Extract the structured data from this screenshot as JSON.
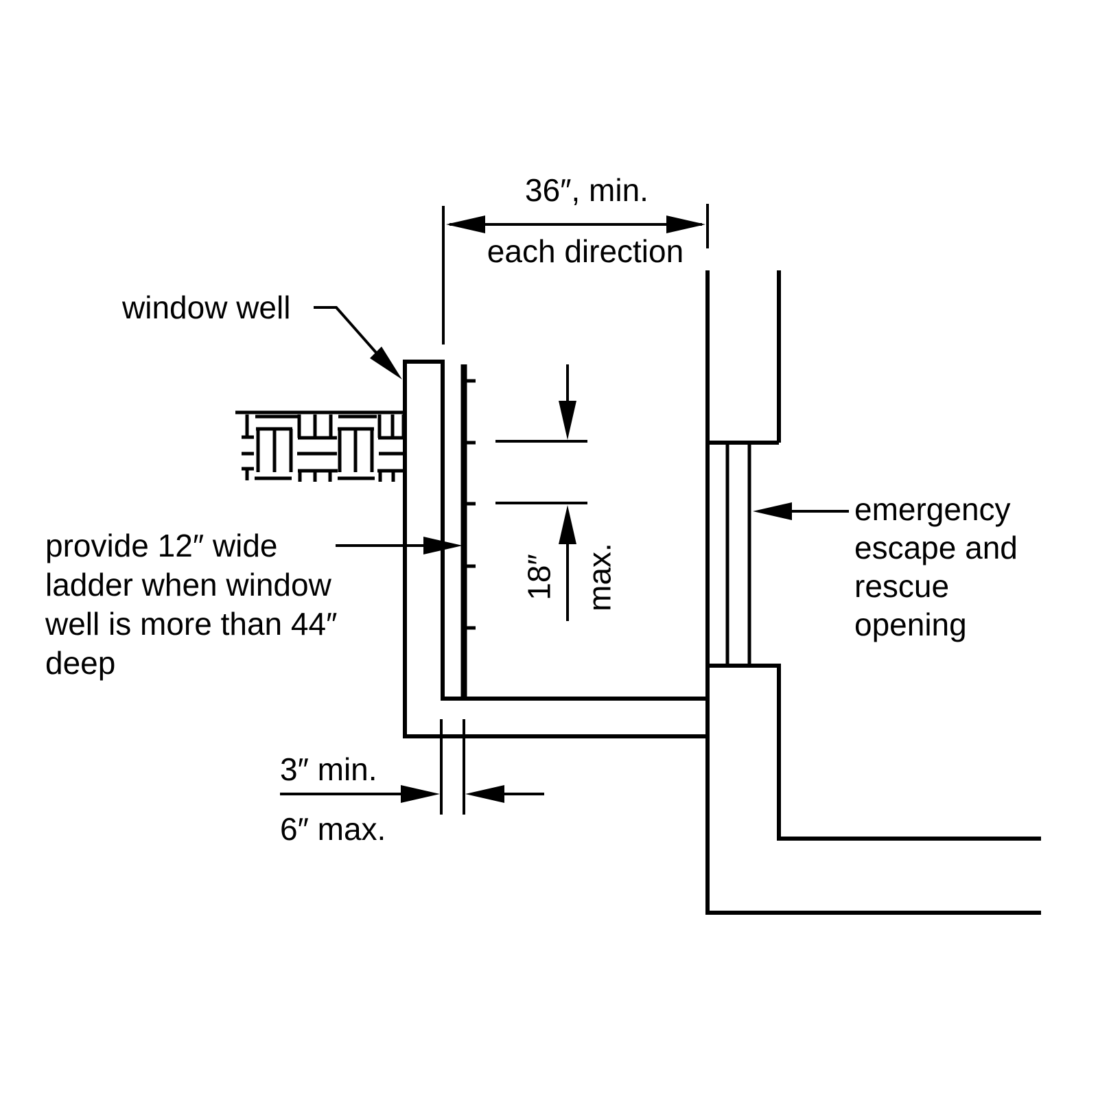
{
  "diagram": {
    "background": "#ffffff",
    "line_color": "#000000",
    "labels": {
      "dim_top_value": "36″, min.",
      "dim_top_caption": "each direction",
      "window_well": "window well",
      "ladder_note_lines": [
        "provide 12″ wide",
        "ladder when window",
        "well is more than 44″",
        "deep"
      ],
      "rung_spacing_value": "18″",
      "rung_spacing_caption": "max.",
      "escape_opening_lines": [
        "emergency",
        "escape and",
        "rescue",
        "opening"
      ],
      "ladder_standoff_min": "3″ min.",
      "ladder_standoff_max": "6″ max."
    }
  }
}
